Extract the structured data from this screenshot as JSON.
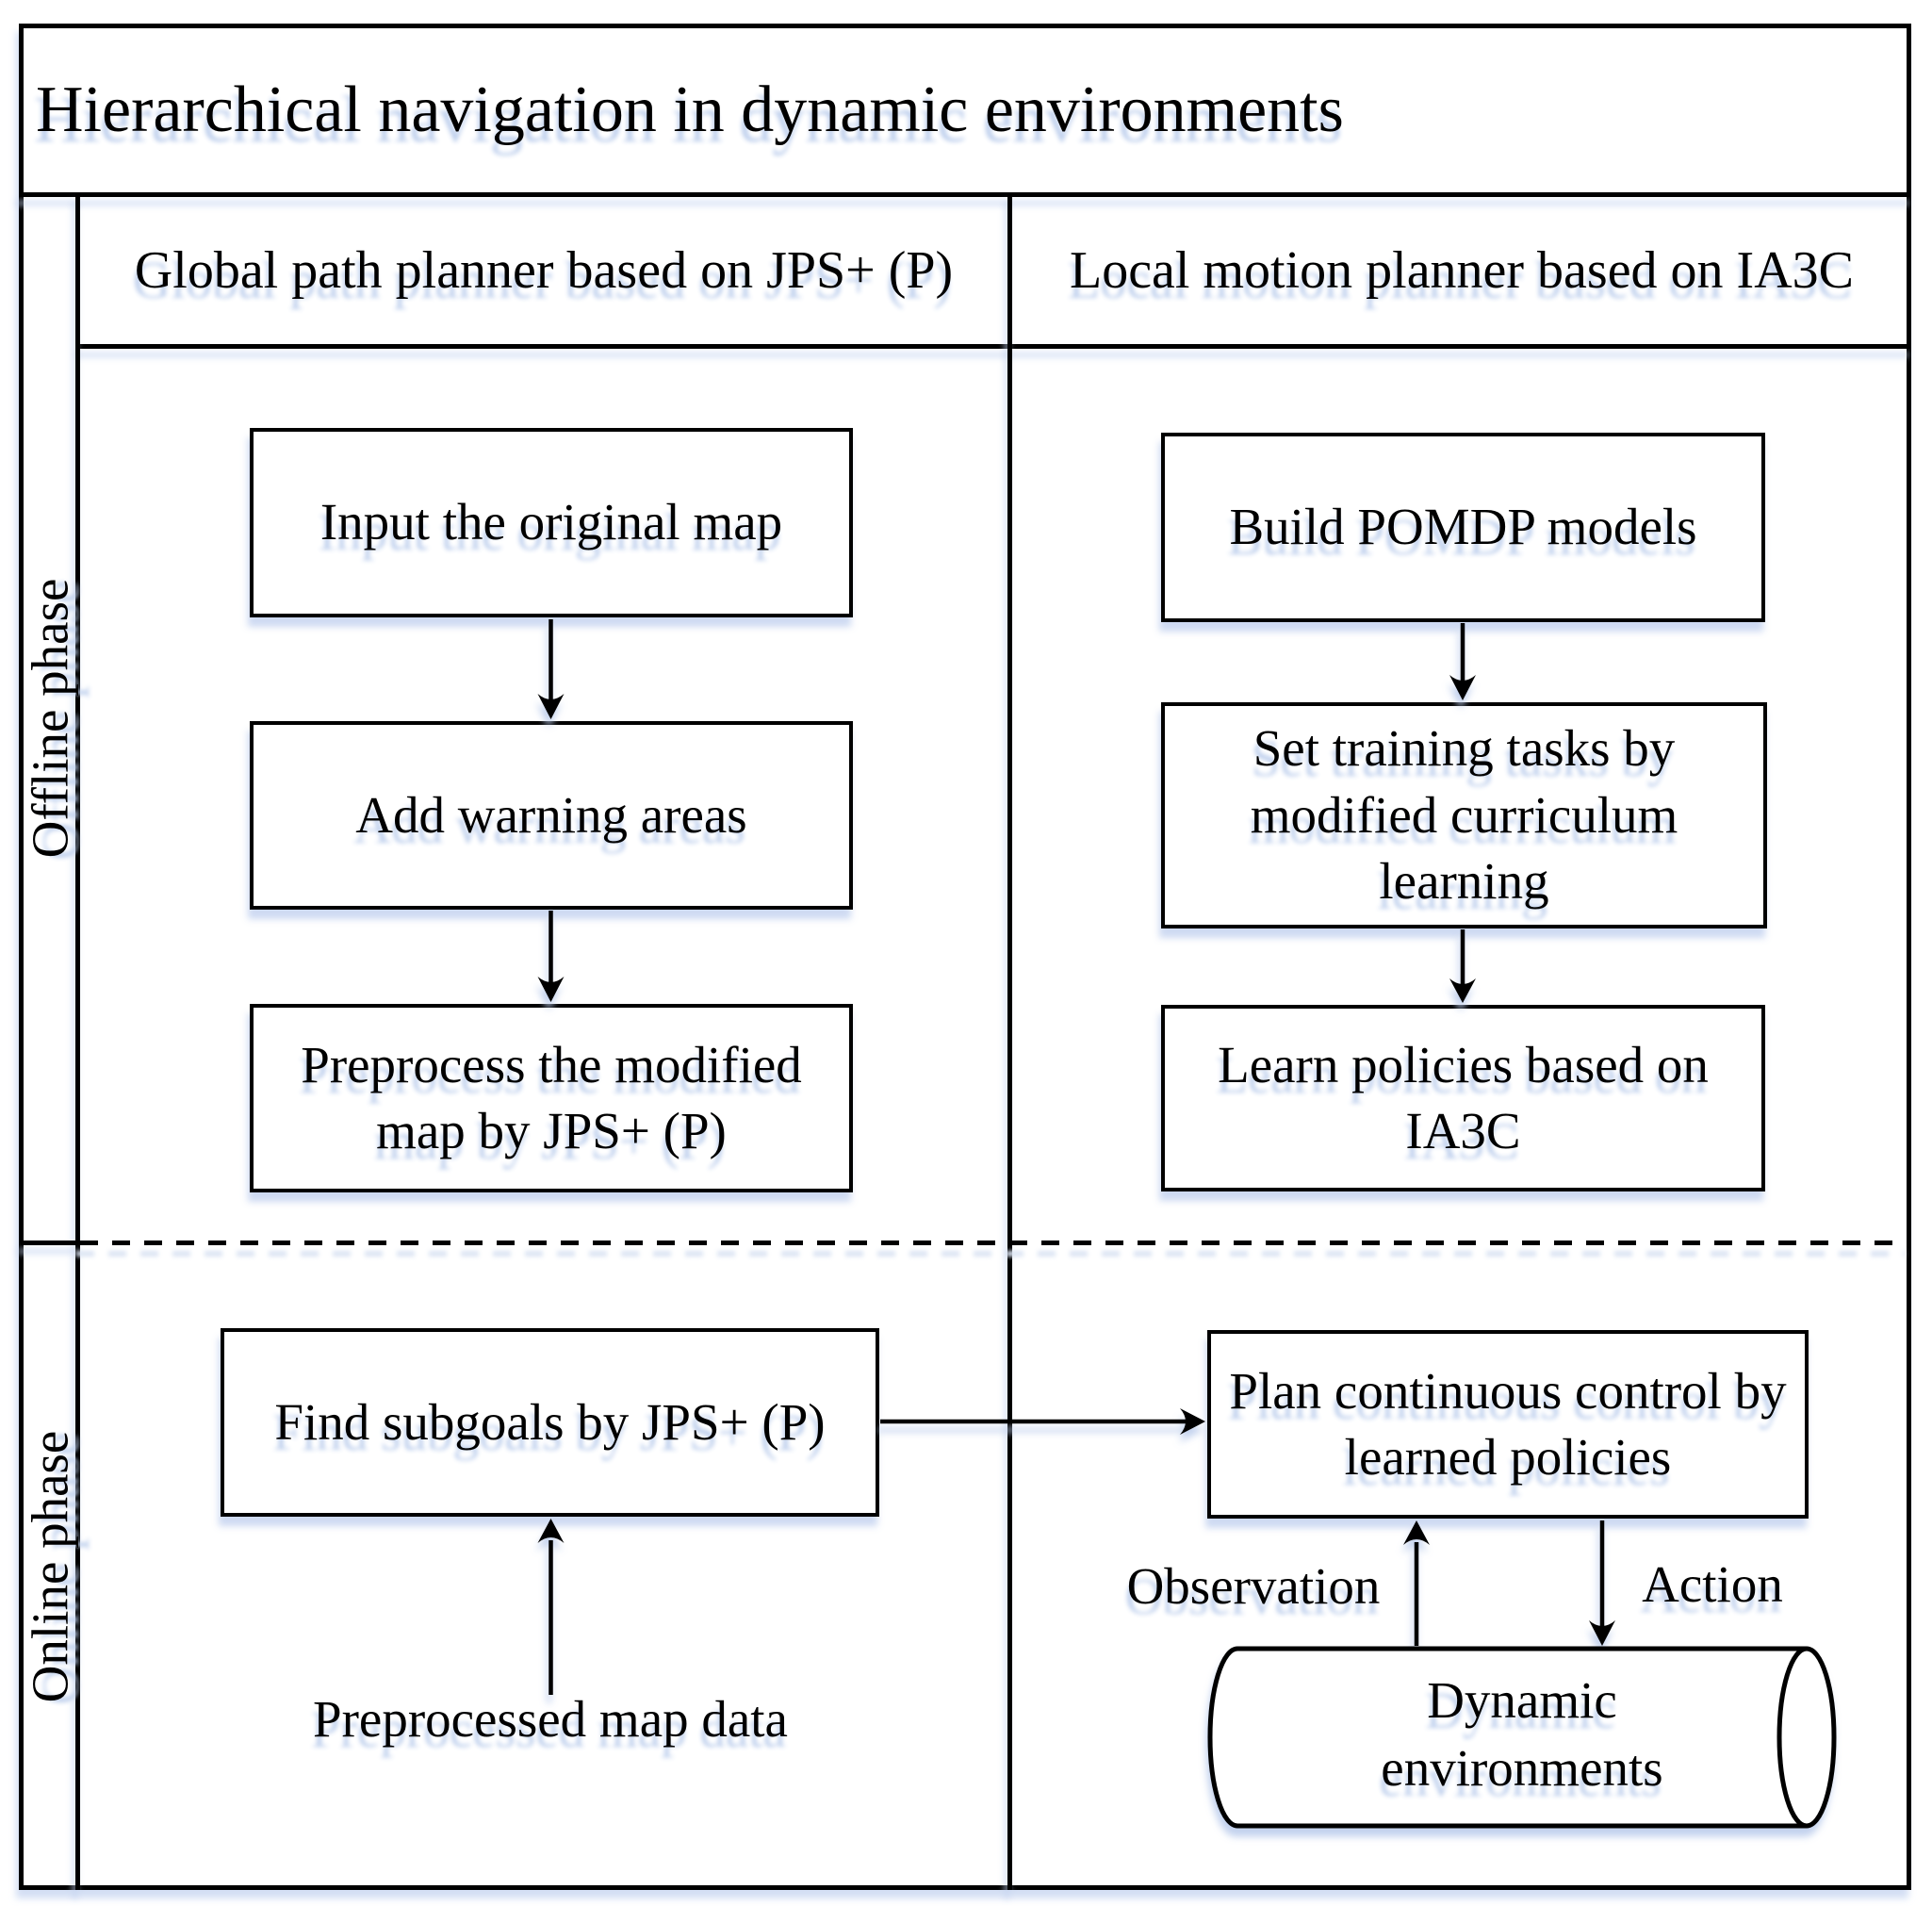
{
  "title": "Hierarchical navigation in dynamic environments",
  "headers": {
    "left": "Global path planner based on JPS+ (P)",
    "right": "Local motion planner based on IA3C"
  },
  "sidebar": {
    "offline": "Offline phase",
    "online": "Online phase"
  },
  "offline_steps": {
    "global": [
      "Input the original map",
      "Add warning areas",
      "Preprocess the modified map by JPS+ (P)"
    ],
    "local": [
      "Build POMDP models",
      "Set training tasks by modified curriculum learning",
      "Learn policies based on IA3C"
    ]
  },
  "online": {
    "find_subgoals": "Find subgoals by JPS+ (P)",
    "plan_control": "Plan continuous control by learned policies",
    "map_data": "Preprocessed map data",
    "observation": "Observation",
    "action": "Action",
    "environment": "Dynamic environments"
  },
  "colors": {
    "ink": "#000000",
    "background": "#ffffff",
    "shadow": "#cdd9ee"
  }
}
